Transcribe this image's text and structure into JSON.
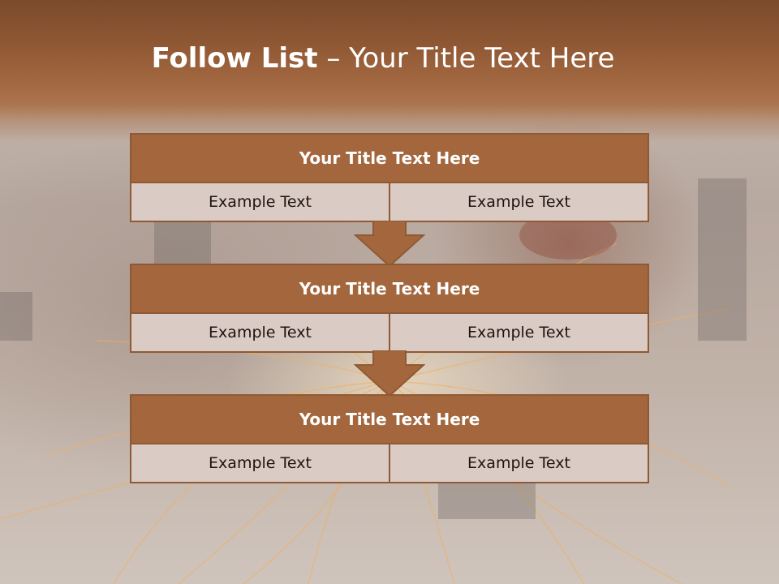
{
  "slide": {
    "title_bold": "Follow List",
    "title_rest": " – Your Title Text Here"
  },
  "steps": [
    {
      "title": "Your Title Text Here",
      "left": "Example Text",
      "right": "Example Text"
    },
    {
      "title": "Your Title Text Here",
      "left": "Example Text",
      "right": "Example Text"
    },
    {
      "title": "Your Title Text Here",
      "left": "Example Text",
      "right": "Example Text"
    }
  ],
  "colors": {
    "header": "#a3663d",
    "border": "#8f5a33",
    "cell": "#dacbc4",
    "arrow": "#a3663d"
  }
}
